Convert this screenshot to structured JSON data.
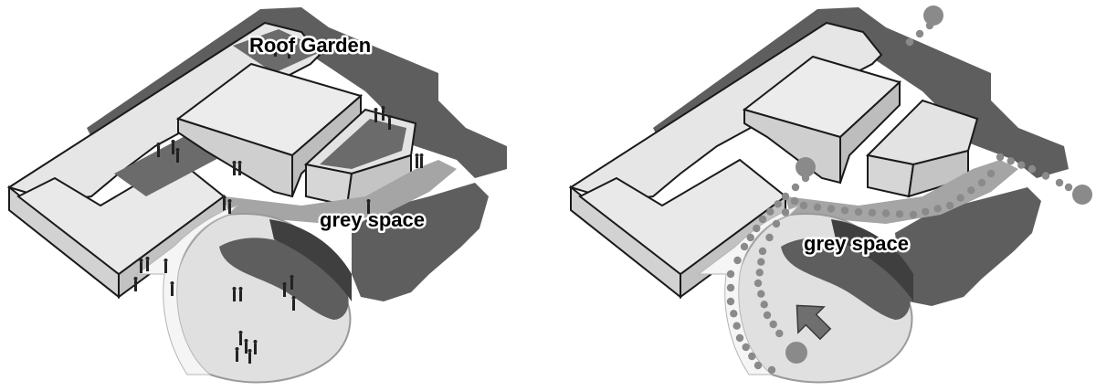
{
  "left_panel": {
    "labels": {
      "roof_garden": "Roof Garden",
      "grey_space": "grey space"
    }
  },
  "right_panel": {
    "labels": {
      "grey_space": "grey space"
    }
  },
  "colors": {
    "ground_dark": "#5e5e5e",
    "ground_mid": "#9a9a9a",
    "building_top": "#e8e8e8",
    "building_side": "#d0d0d0",
    "roof_dark": "#6b6b6b",
    "courtyard": "#e4e4e4",
    "path_dots": "#8a8a8a",
    "arrow": "#6f6f6f"
  },
  "icons": [
    "people-silhouette",
    "circulation-dots",
    "direction-arrow"
  ]
}
